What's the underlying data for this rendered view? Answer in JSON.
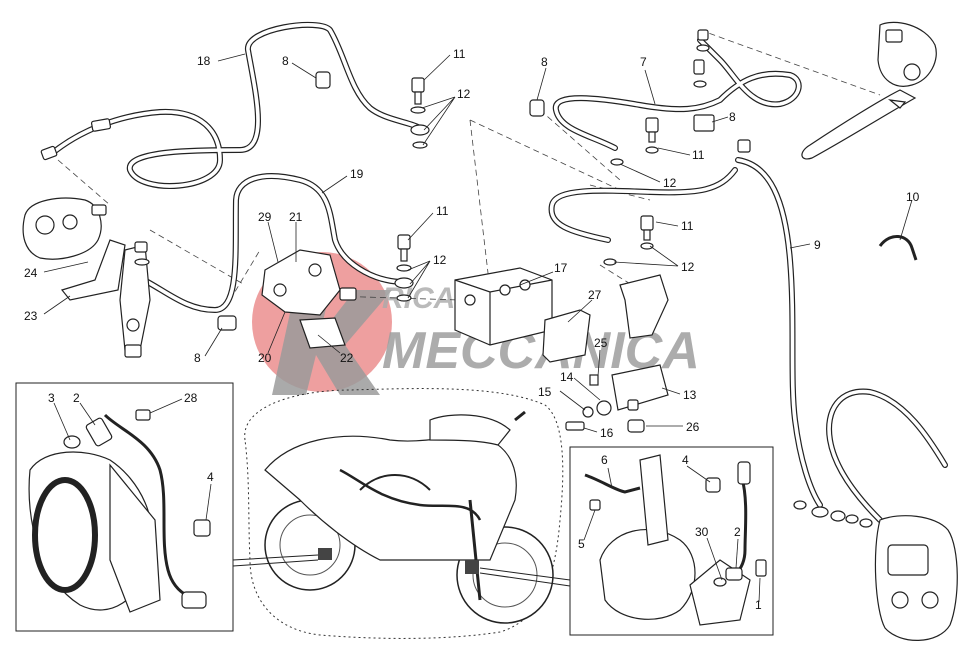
{
  "diagram": {
    "callouts": [
      {
        "id": "c18",
        "text": "18"
      },
      {
        "id": "c8a",
        "text": "8"
      },
      {
        "id": "c11a",
        "text": "11"
      },
      {
        "id": "c12a",
        "text": "12"
      },
      {
        "id": "c8b",
        "text": "8"
      },
      {
        "id": "c7",
        "text": "7"
      },
      {
        "id": "c8c",
        "text": "8"
      },
      {
        "id": "c11b",
        "text": "11"
      },
      {
        "id": "c12b",
        "text": "12"
      },
      {
        "id": "c19",
        "text": "19"
      },
      {
        "id": "c11c",
        "text": "11"
      },
      {
        "id": "c29",
        "text": "29"
      },
      {
        "id": "c21",
        "text": "21"
      },
      {
        "id": "c12c",
        "text": "12"
      },
      {
        "id": "c17",
        "text": "17"
      },
      {
        "id": "c11d",
        "text": "11"
      },
      {
        "id": "c12d",
        "text": "12"
      },
      {
        "id": "c9",
        "text": "9"
      },
      {
        "id": "c10",
        "text": "10"
      },
      {
        "id": "c24",
        "text": "24"
      },
      {
        "id": "c23",
        "text": "23"
      },
      {
        "id": "c8d",
        "text": "8"
      },
      {
        "id": "c20",
        "text": "20"
      },
      {
        "id": "c22",
        "text": "22"
      },
      {
        "id": "c27",
        "text": "27"
      },
      {
        "id": "c25",
        "text": "25"
      },
      {
        "id": "c14",
        "text": "14"
      },
      {
        "id": "c13",
        "text": "13"
      },
      {
        "id": "c15",
        "text": "15"
      },
      {
        "id": "c16",
        "text": "16"
      },
      {
        "id": "c26",
        "text": "26"
      },
      {
        "id": "c3",
        "text": "3"
      },
      {
        "id": "c2a",
        "text": "2"
      },
      {
        "id": "c28",
        "text": "28"
      },
      {
        "id": "c4a",
        "text": "4"
      },
      {
        "id": "c6",
        "text": "6"
      },
      {
        "id": "c4b",
        "text": "4"
      },
      {
        "id": "c5",
        "text": "5"
      },
      {
        "id": "c30",
        "text": "30"
      },
      {
        "id": "c2b",
        "text": "2"
      },
      {
        "id": "c1",
        "text": "1"
      }
    ]
  },
  "watermark": {
    "line1": "RICAMBI",
    "line2": "MECCANICA",
    "circle_color": "#e05a5a"
  }
}
